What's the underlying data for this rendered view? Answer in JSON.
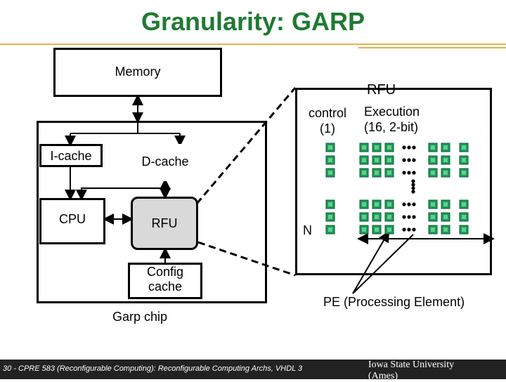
{
  "title": "Granularity: GARP",
  "memory_label": "Memory",
  "rfu_heading": "RFU",
  "control_label": [
    "control",
    "(1)"
  ],
  "execution_label": [
    "Execution",
    "(16, 2-bit)"
  ],
  "icache_label": "I-cache",
  "dcache_label": "D-cache",
  "cpu_label": "CPU",
  "rfu_label": "RFU",
  "config_label": [
    "Config",
    "cache"
  ],
  "garp_chip_label": "Garp chip",
  "n_label": "N",
  "pe_label": "PE (Processing Element)",
  "footer_text": "30 - CPRE 583 (Reconfigurable Computing): Reconfigurable Computing Archs, VHDL 3",
  "university": [
    "Iowa State University",
    "(Ames)"
  ],
  "colors": {
    "title": "#1f7a33",
    "pe": "#1e9a5a",
    "rule": "#e8b04a",
    "rfu_fill": "#d9d9d9"
  }
}
